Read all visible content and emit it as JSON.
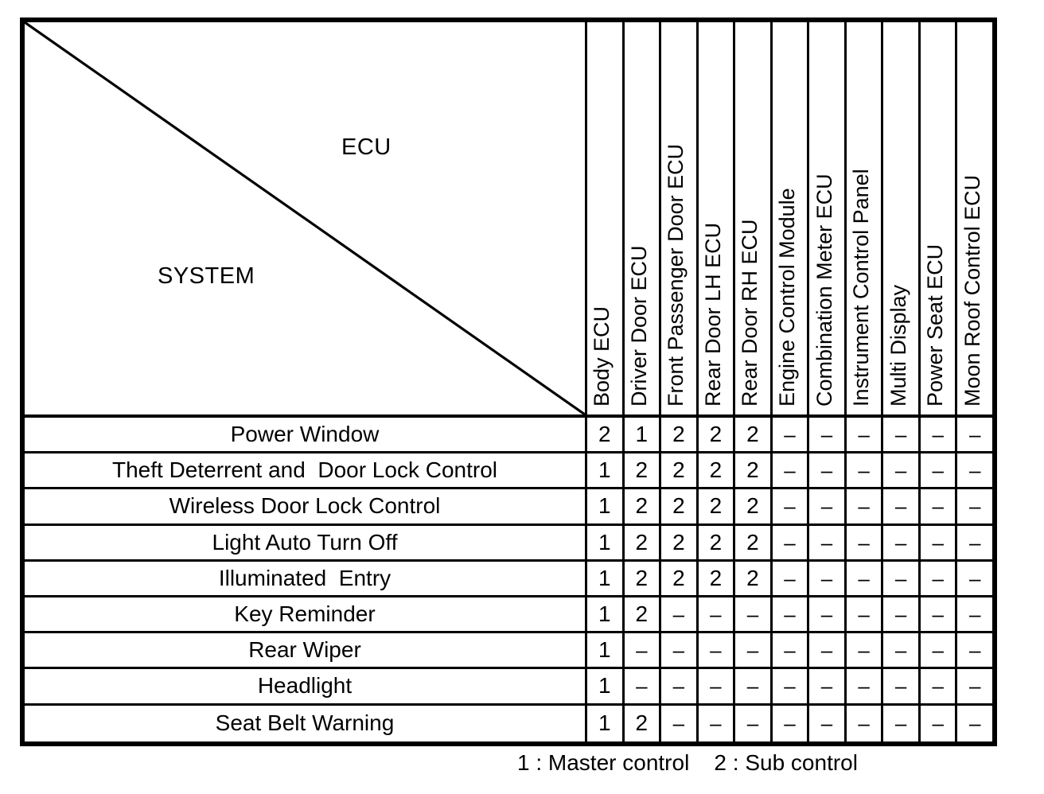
{
  "table": {
    "corner": {
      "column_axis_label": "ECU",
      "row_axis_label": "SYSTEM"
    },
    "columns": [
      "Body ECU",
      "Driver Door ECU",
      "Front Passenger Door ECU",
      "Rear Door LH ECU",
      "Rear Door RH ECU",
      "Engine Control Module",
      "Combination Meter ECU",
      "Instrument Control Panel",
      "Multi Display",
      "Power Seat ECU",
      "Moon Roof Control ECU"
    ],
    "rows": [
      {
        "system": "Power Window",
        "values": [
          "2",
          "1",
          "2",
          "2",
          "2",
          "–",
          "–",
          "–",
          "–",
          "–",
          "–"
        ]
      },
      {
        "system": "Theft Deterrent and  Door Lock Control",
        "values": [
          "1",
          "2",
          "2",
          "2",
          "2",
          "–",
          "–",
          "–",
          "–",
          "–",
          "–"
        ]
      },
      {
        "system": "Wireless Door Lock Control",
        "values": [
          "1",
          "2",
          "2",
          "2",
          "2",
          "–",
          "–",
          "–",
          "–",
          "–",
          "–"
        ]
      },
      {
        "system": "Light Auto Turn Off",
        "values": [
          "1",
          "2",
          "2",
          "2",
          "2",
          "–",
          "–",
          "–",
          "–",
          "–",
          "–"
        ]
      },
      {
        "system": "Illuminated  Entry",
        "values": [
          "1",
          "2",
          "2",
          "2",
          "2",
          "–",
          "–",
          "–",
          "–",
          "–",
          "–"
        ]
      },
      {
        "system": "Key Reminder",
        "values": [
          "1",
          "2",
          "–",
          "–",
          "–",
          "–",
          "–",
          "–",
          "–",
          "–",
          "–"
        ]
      },
      {
        "system": "Rear Wiper",
        "values": [
          "1",
          "–",
          "–",
          "–",
          "–",
          "–",
          "–",
          "–",
          "–",
          "–",
          "–"
        ]
      },
      {
        "system": "Headlight",
        "values": [
          "1",
          "–",
          "–",
          "–",
          "–",
          "–",
          "–",
          "–",
          "–",
          "–",
          "–"
        ]
      },
      {
        "system": "Seat Belt Warning",
        "values": [
          "1",
          "2",
          "–",
          "–",
          "–",
          "–",
          "–",
          "–",
          "–",
          "–",
          "–"
        ]
      }
    ]
  },
  "legend": {
    "text": "1 : Master control    2 : Sub control",
    "entries": [
      {
        "symbol": "1",
        "meaning": "Master control"
      },
      {
        "symbol": "2",
        "meaning": "Sub control"
      }
    ]
  },
  "colors": {
    "ink": "#000000",
    "paper": "#ffffff"
  }
}
